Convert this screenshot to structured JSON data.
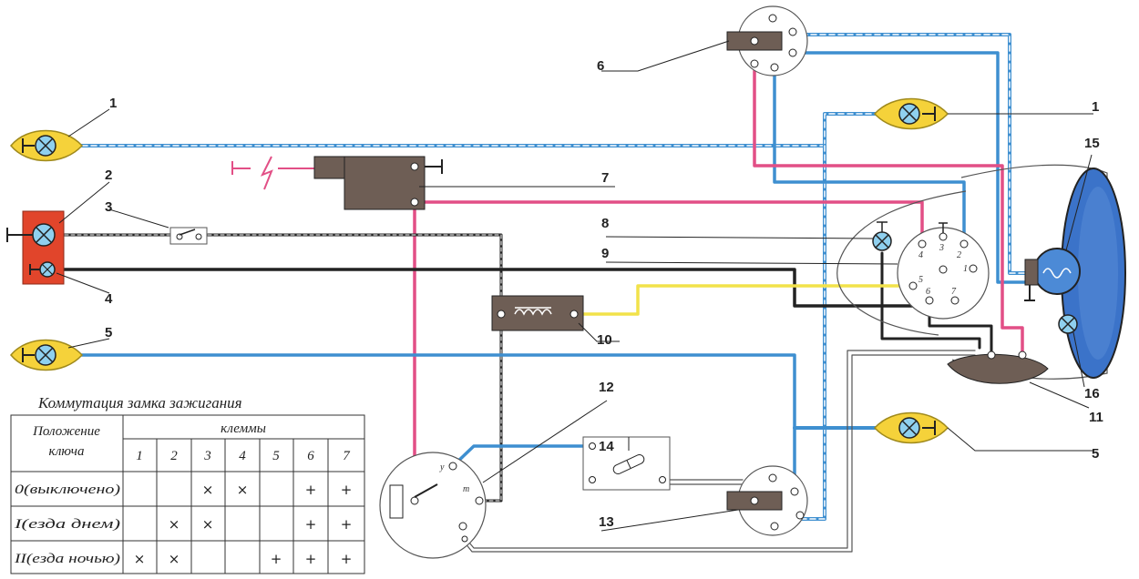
{
  "callouts": [
    "1",
    "2",
    "3",
    "4",
    "5",
    "6",
    "7",
    "8",
    "9",
    "10",
    "11",
    "12",
    "13",
    "14",
    "15",
    "16",
    "1",
    "5"
  ],
  "table": {
    "title": "Коммутация  замка  зажигания",
    "col_header_left": [
      "Положение",
      "ключа"
    ],
    "col_header_group": "клеммы",
    "terminals": [
      "1",
      "2",
      "3",
      "4",
      "5",
      "6",
      "7"
    ],
    "rows": [
      {
        "position": "0(выключено)",
        "cells": [
          "",
          "",
          "×",
          "×",
          "",
          "+",
          "+"
        ]
      },
      {
        "position": "I(езда днем)",
        "cells": [
          "",
          "×",
          "×",
          "",
          "",
          "+",
          "+"
        ]
      },
      {
        "position": "II(езда ночью)",
        "cells": [
          "×",
          "×",
          "",
          "",
          "+",
          "+",
          "+"
        ]
      }
    ]
  },
  "switch_terminals": [
    "1",
    "2",
    "3",
    "4",
    "5",
    "6",
    "7"
  ],
  "coil_terminals": [
    "у",
    "т"
  ],
  "colors": {
    "blue": "#3e8fd0",
    "pink": "#e24f86",
    "yellow": "#f2e24a",
    "black": "#222222",
    "lamp_yellow": "#f5d23a",
    "lamp_bulb": "#8fd0ef",
    "red_box": "#e1452b",
    "brown": "#6e5e55",
    "headlight": "#3b73c9"
  }
}
